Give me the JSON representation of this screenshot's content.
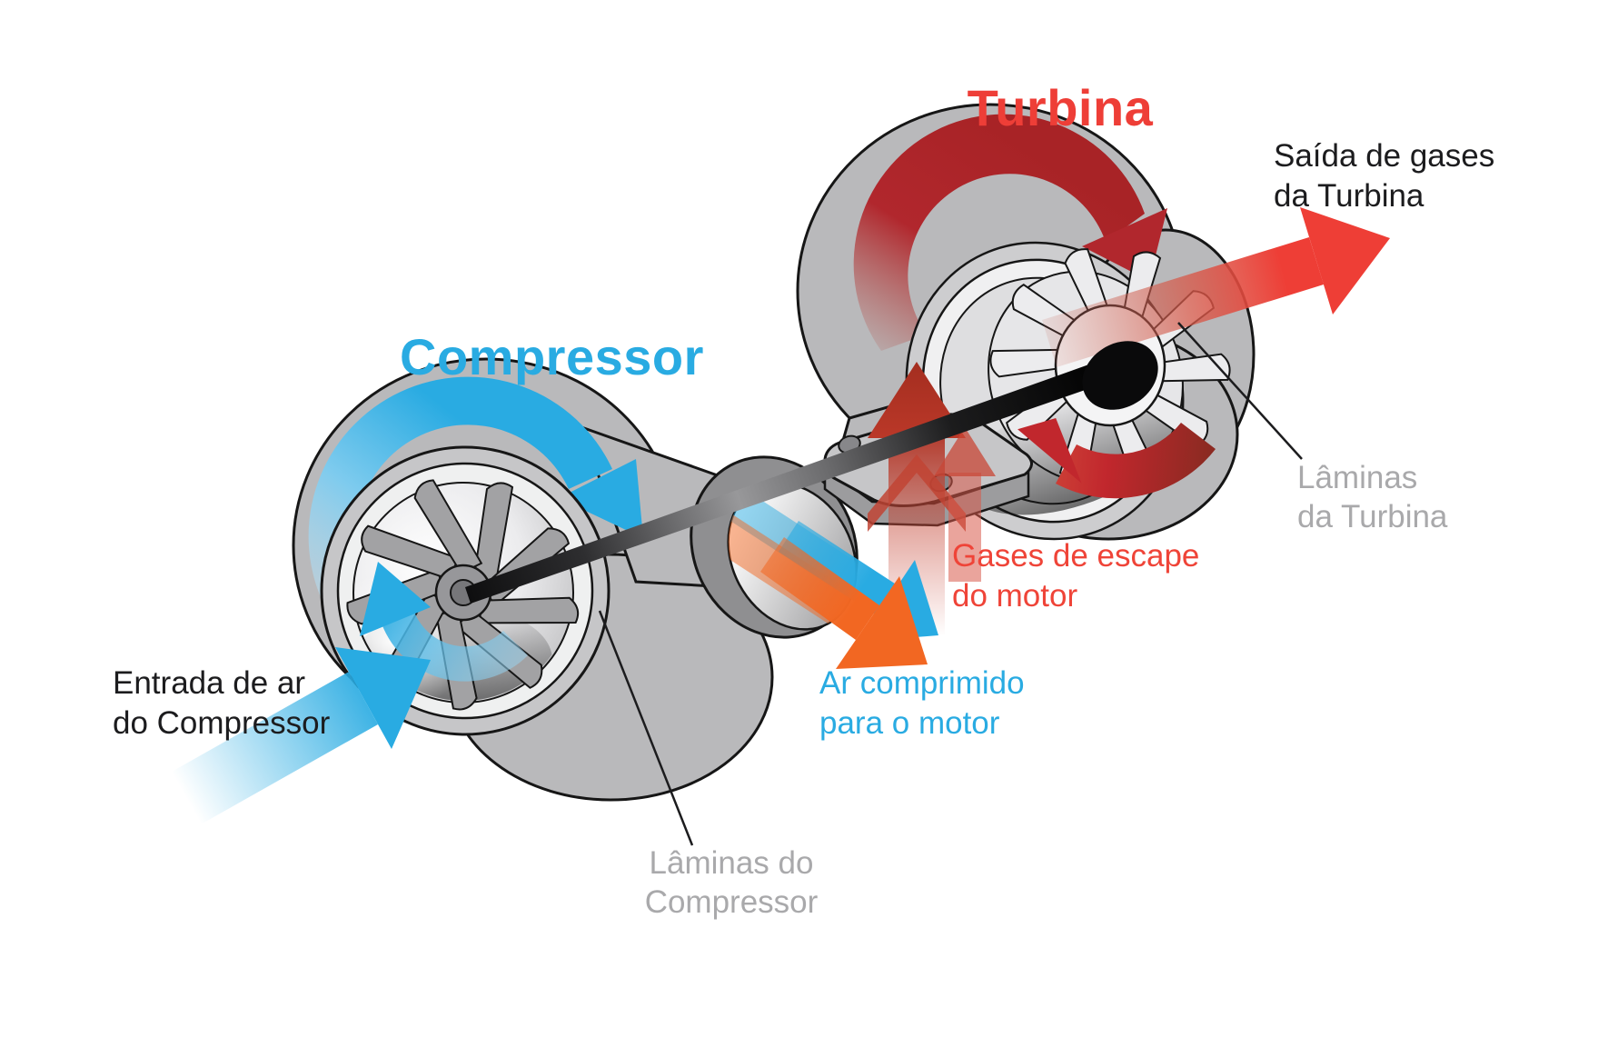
{
  "diagram": {
    "subject": "turbocharger-cutaway",
    "titles": {
      "turbine": "Turbina",
      "compressor": "Compressor"
    },
    "labels": {
      "turbine_out": {
        "line1": "Saída de gases",
        "line2": "da Turbina"
      },
      "turbine_blades": {
        "line1": "Lâminas",
        "line2": "da Turbina"
      },
      "exhaust_in": {
        "line1": "Gases de escape",
        "line2": "do motor"
      },
      "compressed_air": {
        "line1": "Ar comprimido",
        "line2": "para o motor"
      },
      "air_in": {
        "line1": "Entrada de ar",
        "line2": "do Compressor"
      },
      "compressor_blades": {
        "line1": "Lâminas do",
        "line2": "Compressor"
      }
    },
    "arrows": {
      "turbine_rotation": "red-circular-arrow",
      "turbine_exhaust_out": "red-straight-arrow-up-right",
      "exhaust_inlet": "red-up-arrows",
      "turbine_hub_rotation": "red-small-arc-arrow",
      "compressor_rotation": "blue-circular-arrow",
      "compressor_hub_rotation": "blue-small-arc-arrow",
      "air_inlet": "blue-straight-arrow-up-right",
      "compressed_air_out": "blue-and-orange-straight-arrows-down-right"
    },
    "colors": {
      "blue": "#29abe2",
      "orange": "#f26722",
      "red_bright": "#ee3e37",
      "red_label": "#ef4438",
      "red_dark": "#b1272d",
      "housing_gray": "#b9b9bb",
      "label_gray": "#a9a9ab",
      "text_dark": "#1c1c1e",
      "background": "#ffffff"
    }
  }
}
